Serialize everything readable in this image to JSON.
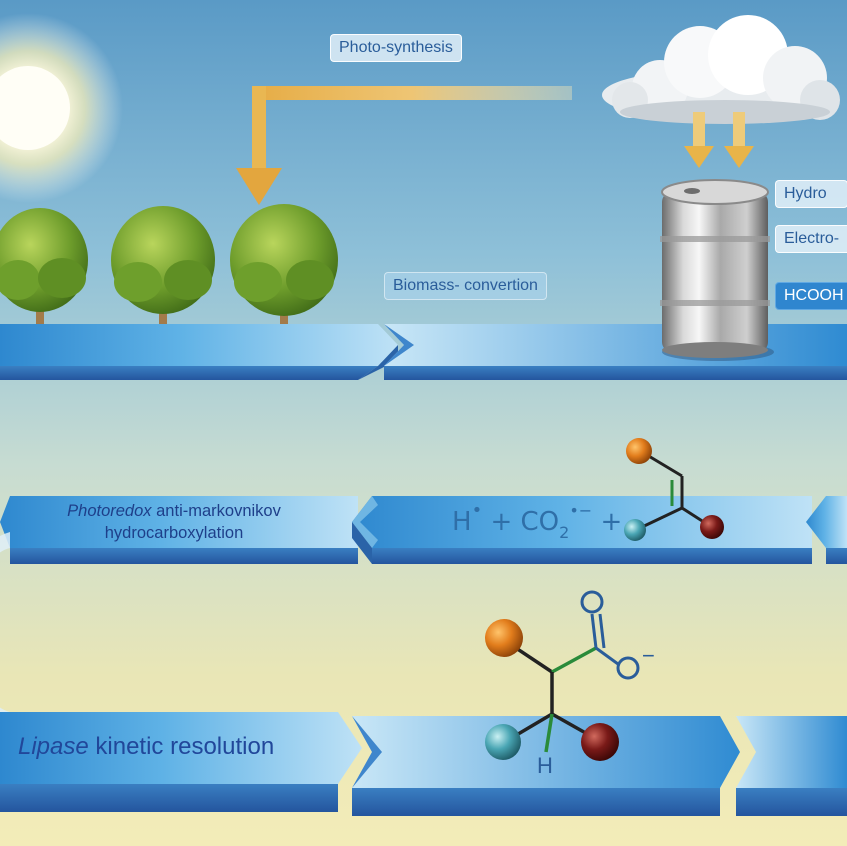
{
  "labels": {
    "photosynthesis": "Photo-synthesis",
    "biomass": "Biomass- convertion",
    "hydro": "Hydro",
    "electro": "Electro-",
    "hcooh": "HCOOH",
    "photoredox_italic": "Photoredox",
    "photoredox_rest": " anti-markovnikov",
    "photoredox_line2": "hydrocarboxylation",
    "lipase_italic": "Lipase",
    "lipase_rest": " kinetic resolution"
  },
  "equation": {
    "h": "H",
    "plus1": "+",
    "co": "CO",
    "sub2": "2",
    "plus2": "+"
  },
  "molecule": {
    "carbonyl_o": "O",
    "carboxylate_o": "O",
    "charge": "−",
    "hydrogen": "H"
  },
  "colors": {
    "sky_top": "#5f9fc8",
    "sky_mid": "#bcd8de",
    "ground": "#efe9b5",
    "arrow_blue": "#2d8fd6",
    "arrow_light": "#bfe1f5",
    "label_text": "#2a5d9a",
    "photo_arrow": "#e8b34e",
    "atom_orange": "#e07b1a",
    "atom_teal": "#4fa7b4",
    "atom_maroon": "#7a1a18"
  }
}
